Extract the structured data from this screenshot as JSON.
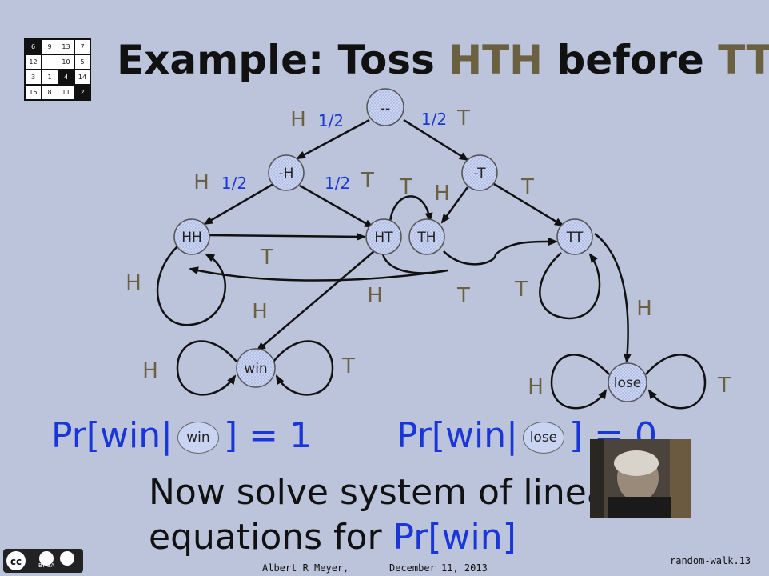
{
  "title": {
    "prefix": "Example: Toss ",
    "seq1": "HTH",
    "middle": " before ",
    "seq2": "TTH"
  },
  "puzzle": {
    "cells": [
      "6",
      "9",
      "13",
      "7",
      "12",
      "",
      "10",
      "5",
      "3",
      "1",
      "4",
      "14",
      "15",
      "8",
      "11",
      "2"
    ]
  },
  "nodes": [
    {
      "id": "start",
      "label": "--"
    },
    {
      "id": "mH",
      "label": "-H"
    },
    {
      "id": "mT",
      "label": "-T"
    },
    {
      "id": "HH",
      "label": "HH"
    },
    {
      "id": "HT",
      "label": "HT"
    },
    {
      "id": "TH",
      "label": "TH"
    },
    {
      "id": "TT",
      "label": "TT"
    },
    {
      "id": "win",
      "label": "win"
    },
    {
      "id": "lose",
      "label": "lose"
    }
  ],
  "edge_labels": {
    "start_left_letter": "H",
    "start_left_prob": "1/2",
    "start_right_prob": "1/2",
    "start_right_letter": "T",
    "mH_left_letter": "H",
    "mH_left_prob": "1/2",
    "mH_right_prob": "1/2",
    "mH_right_letter": "T",
    "HT_loop_T": "T",
    "TH_H": "H",
    "mT_right_T": "T",
    "HH_to_HT_T": "T",
    "HH_loop_H": "H",
    "HT_to_win_H": "H",
    "TH_to_HH_H": "H",
    "TH_to_TT_T": "T",
    "TT_loop_T": "T",
    "TT_to_lose_H": "H",
    "win_loop_H": "H",
    "win_loop_T": "T",
    "lose_loop_H": "H",
    "lose_loop_T": "T"
  },
  "equations": {
    "eq1_prefix": "Pr[win|",
    "eq1_node": "win",
    "eq1_suffix": "] = 1",
    "eq2_prefix": "Pr[win|",
    "eq2_node": "lose",
    "eq2_suffix": "] = 0"
  },
  "body": {
    "line1": "Now solve system of linear",
    "line2_prefix": "equations for ",
    "line2_blue": "Pr[win]"
  },
  "footer": {
    "author": "Albert R Meyer,",
    "date": "December 11, 2013",
    "slide": "random-walk.13",
    "license": "BY SA"
  },
  "colors": {
    "background": "#bcc4db",
    "node_fill": "#c9d3f2",
    "blue": "#1a36d8",
    "title_highlight": "#6b6040"
  }
}
